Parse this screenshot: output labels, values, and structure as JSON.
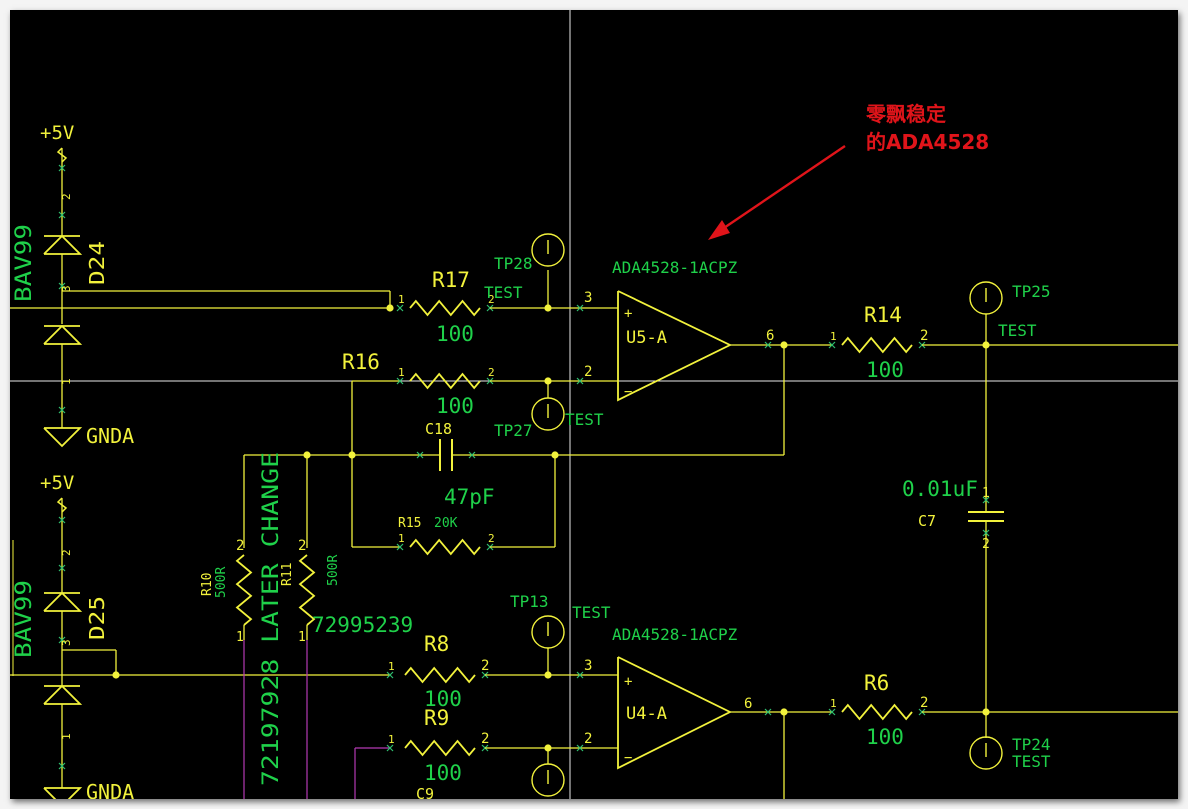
{
  "colors": {
    "background": "#000000",
    "wire": "#f2f23c",
    "part": "#f2f23c",
    "label": "#f2f23c",
    "value": "#1fd14a",
    "netname": "#3bd14f",
    "pin_marker": "#2fbf6f",
    "crosshair": "#e8e8e8",
    "annotation": "#e0141a",
    "magenta_wire": "#b33ab3"
  },
  "annotation": {
    "line1": "零飘稳定",
    "line2": "的ADA4528"
  },
  "power": {
    "plus5v": "+5V",
    "gnda": "GNDA"
  },
  "diodes": {
    "d24": {
      "ref": "D24",
      "part": "BAV99"
    },
    "d25": {
      "ref": "D25",
      "part": "BAV99"
    }
  },
  "opamps": {
    "u5": {
      "ref": "U5-A",
      "part": "ADA4528-1ACPZ"
    },
    "u4": {
      "ref": "U4-A",
      "part": "ADA4528-1ACPZ"
    }
  },
  "resistors": {
    "r17": {
      "ref": "R17",
      "value": "100"
    },
    "r16": {
      "ref": "R16",
      "value": "100"
    },
    "r14": {
      "ref": "R14",
      "value": "100"
    },
    "r15": {
      "ref": "R15",
      "value": "20K"
    },
    "r8": {
      "ref": "R8",
      "value": "100"
    },
    "r9": {
      "ref": "R9",
      "value": "100"
    },
    "r6": {
      "ref": "R6",
      "value": "100"
    },
    "r10": {
      "ref": "R10",
      "value": "500R"
    },
    "r11": {
      "ref": "R11",
      "value": "500R"
    }
  },
  "capacitors": {
    "c18": {
      "ref": "C18",
      "value": "47pF"
    },
    "c7": {
      "ref": "C7",
      "value": "0.01uF"
    },
    "c9": {
      "ref": "C9"
    }
  },
  "testpoints": {
    "tp28": {
      "ref": "TP28",
      "label": "TEST"
    },
    "tp27": {
      "ref": "TP27",
      "label": "TEST"
    },
    "tp25": {
      "ref": "TP25",
      "label": "TEST"
    },
    "tp13": {
      "ref": "TP13",
      "label": "TEST"
    },
    "tp24": {
      "ref": "TP24",
      "label": "TEST"
    }
  },
  "notes": {
    "later_change": "72197928 LATER CHANGE",
    "part_number": "72995239"
  },
  "pins": {
    "p1": "1",
    "p2": "2",
    "p3": "3",
    "p6": "6",
    "plus": "+",
    "minus": "−"
  }
}
